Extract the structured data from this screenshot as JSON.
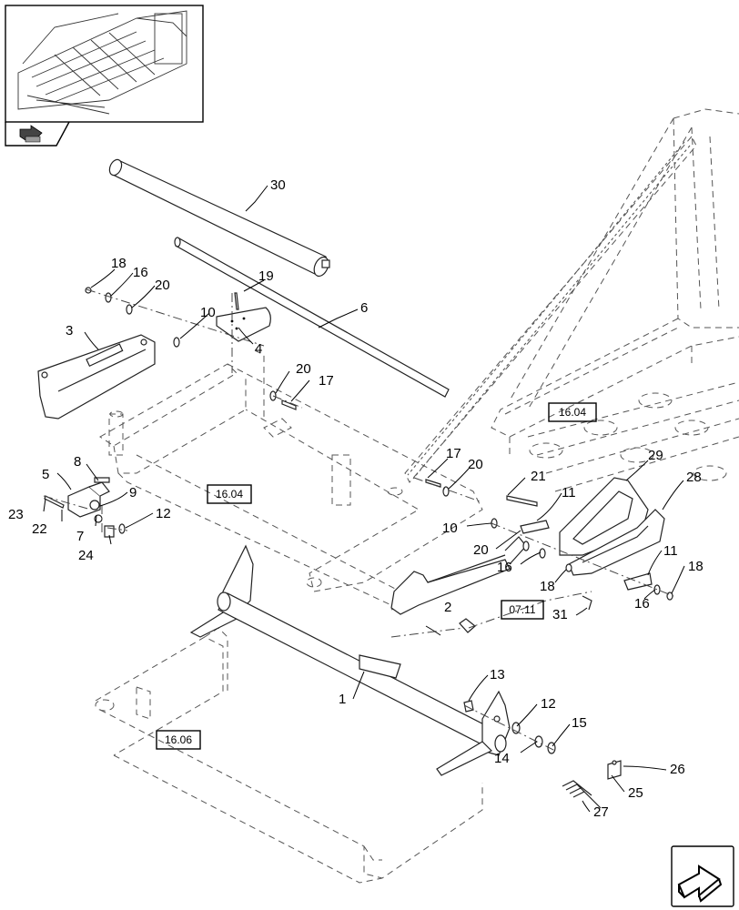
{
  "diagram": {
    "part_callouts": [
      "1",
      "2",
      "3",
      "4",
      "5",
      "6",
      "7",
      "8",
      "9",
      "10",
      "10",
      "11",
      "11",
      "12",
      "12",
      "13",
      "14",
      "15",
      "16",
      "16",
      "16",
      "17",
      "17",
      "18",
      "18",
      "18",
      "19",
      "20",
      "20",
      "20",
      "20",
      "21",
      "22",
      "23",
      "24",
      "25",
      "26",
      "27",
      "28",
      "29",
      "30",
      "31"
    ],
    "reference_boxes": [
      "16.04",
      "16.04",
      "16.06",
      "07.11"
    ]
  },
  "icons": [
    "exploded-view-icon",
    "navigation-arrow-icon"
  ]
}
